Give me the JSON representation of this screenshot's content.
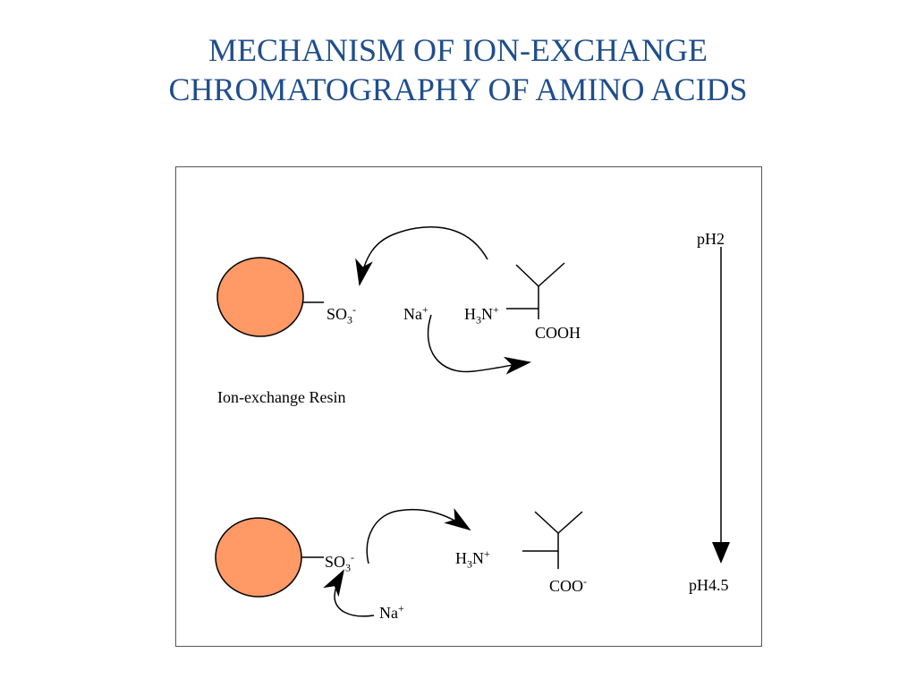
{
  "title": {
    "line1": "MECHANISM OF ION-EXCHANGE",
    "line2": "CHROMATOGRAPHY OF AMINO ACIDS"
  },
  "colors": {
    "title": "#1f4e8c",
    "resin": "#FF9966",
    "line": "#000000"
  },
  "top_scheme": {
    "resin_group": {
      "base": "SO",
      "sub": "3",
      "charge": "-"
    },
    "counter_ion": {
      "base": "Na",
      "charge": "+"
    },
    "amino_group": {
      "pre": "H",
      "sub": "3",
      "post": "N",
      "charge": "+"
    },
    "carboxyl": "COOH",
    "resin_label": "Ion-exchange Resin"
  },
  "bottom_scheme": {
    "resin_group": {
      "base": "SO",
      "sub": "3",
      "charge": "-"
    },
    "counter_ion": {
      "base": "Na",
      "charge": "+"
    },
    "amino_group": {
      "pre": "H",
      "sub": "3",
      "post": "N",
      "charge": "+"
    },
    "carboxyl": {
      "base": "COO",
      "charge": "-"
    }
  },
  "ph_gradient": {
    "start": "pH2",
    "end": "pH4.5"
  }
}
